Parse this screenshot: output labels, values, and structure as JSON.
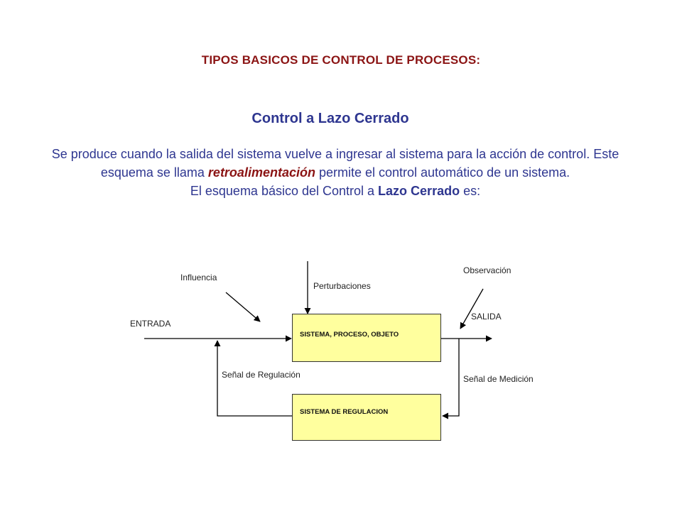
{
  "title": "TIPOS BASICOS DE CONTROL DE PROCESOS:",
  "subtitle": "Control a Lazo Cerrado",
  "paragraph": {
    "p1": "Se produce cuando la salida del sistema vuelve a ingresar al sistema para la acción de control. Este esquema se llama ",
    "p1_em": "retroalimentación",
    "p1_end": " permite el control automático de un sistema.",
    "p2_start": "El esquema básico del Control a ",
    "p2_bold": "Lazo Cerrado",
    "p2_end": " es:"
  },
  "diagram": {
    "labels": {
      "influencia": "Influencia",
      "perturbaciones": "Perturbaciones",
      "observacion": "Observación",
      "entrada": "ENTRADA",
      "salida": "SALIDA",
      "senal_regulacion": "Señal de Regulación",
      "senal_medicion": "Señal de Medición"
    },
    "blocks": {
      "proceso": "SISTEMA, PROCESO, OBJETO",
      "regulacion": "SISTEMA DE  REGULACION"
    },
    "colors": {
      "block_fill": "#ffff9e",
      "line": "#000000"
    }
  }
}
